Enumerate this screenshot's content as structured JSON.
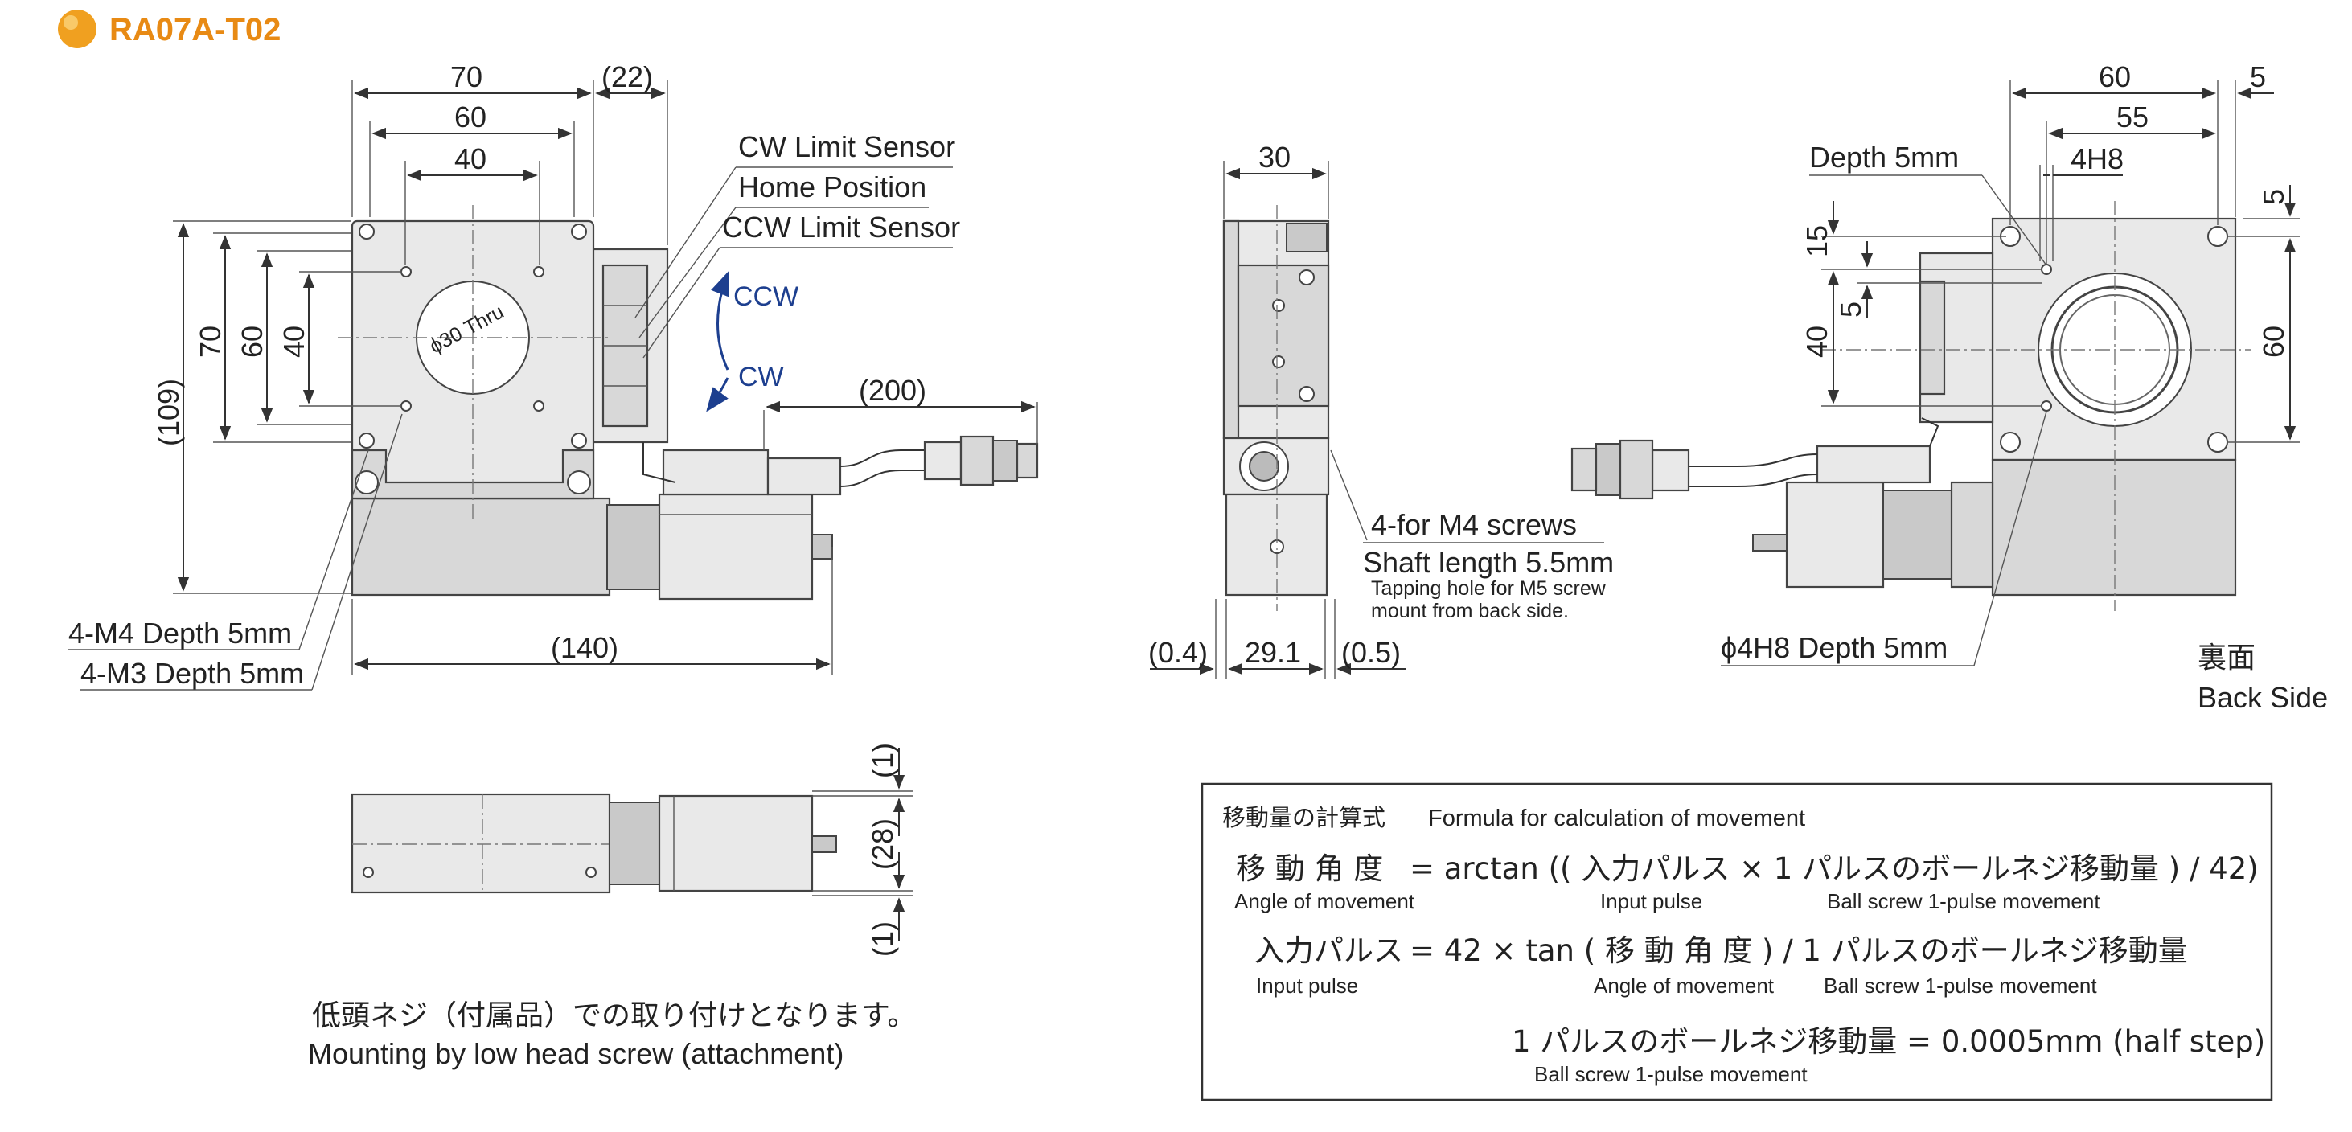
{
  "header": {
    "title": "RA07A-T02",
    "bullet_color": "#f0a020",
    "title_color": "#e88a14"
  },
  "front_view": {
    "dims": {
      "w70": "70",
      "w60": "60",
      "w40": "40",
      "w22": "(22)",
      "h70": "70",
      "h60": "60",
      "h40": "40",
      "h109": "(109)",
      "len140": "(140)",
      "cable200": "(200)"
    },
    "bore": "ϕ30 Thru",
    "sensors": {
      "cw": "CW Limit Sensor",
      "home": "Home Position",
      "ccw": "CCW Limit Sensor"
    },
    "rotation": {
      "ccw": "CCW",
      "cw": "CW",
      "color": "#1d3f8f"
    },
    "holes": {
      "m4": "4-M4 Depth 5mm",
      "m3": "4-M3 Depth 5mm"
    }
  },
  "side_view": {
    "dims": {
      "w30": "30",
      "d04": "(0.4)",
      "d291": "29.1",
      "d05": "(0.5)"
    },
    "note1": "4-for M4 screws",
    "note2": "Shaft length 5.5mm",
    "note3": "Tapping hole for M5 screw",
    "note4": "mount from back side."
  },
  "back_view": {
    "dims": {
      "w60": "60",
      "w5": "5",
      "w55": "55",
      "h4h8": "4H8",
      "r5": "5",
      "v15": "15",
      "v5": "5",
      "v40": "40",
      "v60": "60"
    },
    "depth": "Depth 5mm",
    "pin": "ϕ4H8 Depth 5mm",
    "label_jp": "裏面",
    "label_en": "Back Side"
  },
  "bottom_view": {
    "dims": {
      "t1a": "(1)",
      "t28": "(28)",
      "t1b": "(1)"
    },
    "note_jp": "低頭ネジ（付属品）での取り付けとなります。",
    "note_en": "Mounting by low head screw (attachment)"
  },
  "formula": {
    "heading_jp": "移動量の計算式",
    "heading_en": "Formula for calculation of movement",
    "row1_lhs_jp": "移 動 角 度",
    "row1_lhs_en": "Angle of movement",
    "row1_eq": "= arctan (( 入力パルス × 1 パルスのボールネジ移動量 ) / 42)",
    "row1_sub1": "Input pulse",
    "row1_sub2": "Ball screw 1-pulse movement",
    "row2_lhs_jp": "入力パルス",
    "row2_lhs_en": "Input pulse",
    "row2_eq": "= 42 × tan ( 移 動 角 度 ) / 1 パルスのボールネジ移動量",
    "row2_sub1": "Angle of movement",
    "row2_sub2": "Ball screw 1-pulse movement",
    "row3_eq": "1 パルスのボールネジ移動量 = 0.0005mm (half step)",
    "row3_sub": "Ball screw 1-pulse movement"
  }
}
